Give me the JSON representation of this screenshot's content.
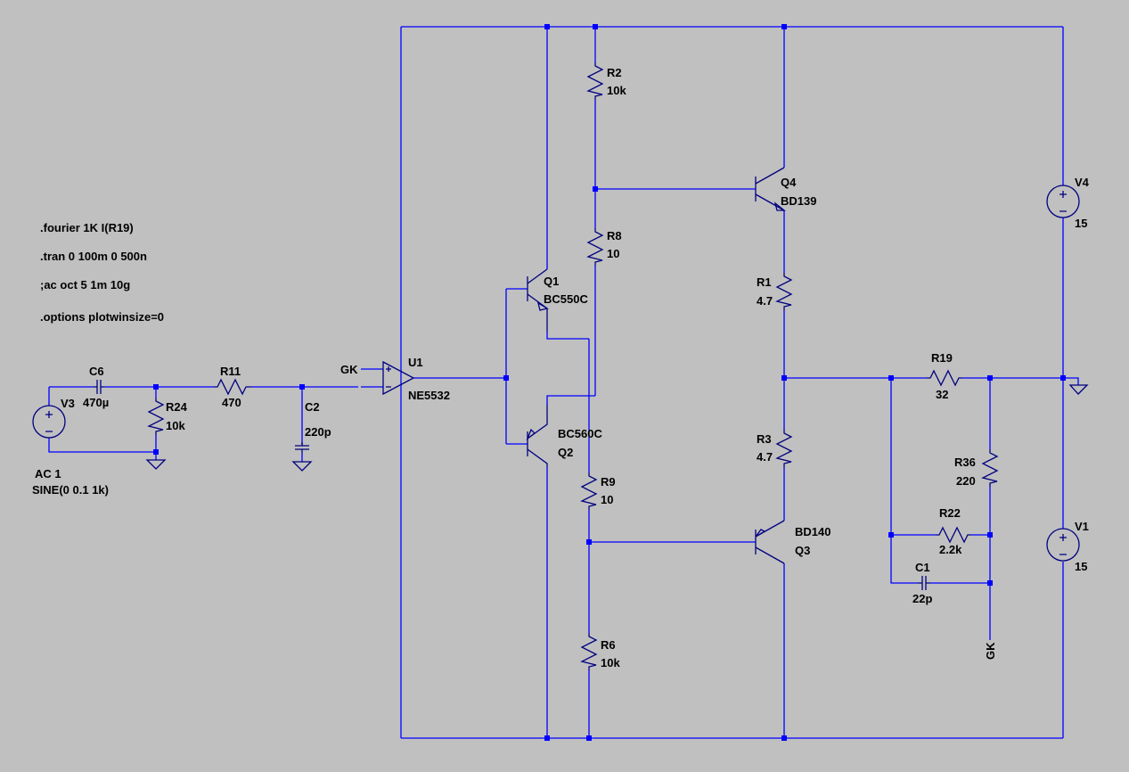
{
  "directives": {
    "fourier": ".fourier 1K I(R19)",
    "tran": ".tran 0 100m 0 500n",
    "ac": ";ac oct 5 1m 10g",
    "options": ".options plotwinsize=0"
  },
  "components": {
    "R2": {
      "name": "R2",
      "value": "10k"
    },
    "R8": {
      "name": "R8",
      "value": "10"
    },
    "R9": {
      "name": "R9",
      "value": "10"
    },
    "R6": {
      "name": "R6",
      "value": "10k"
    },
    "R1": {
      "name": "R1",
      "value": "4.7"
    },
    "R3": {
      "name": "R3",
      "value": "4.7"
    },
    "R19": {
      "name": "R19",
      "value": "32"
    },
    "R36": {
      "name": "R36",
      "value": "220"
    },
    "R22": {
      "name": "R22",
      "value": "2.2k"
    },
    "C1": {
      "name": "C1",
      "value": "22p"
    },
    "R11": {
      "name": "R11",
      "value": "470"
    },
    "R24": {
      "name": "R24",
      "value": "10k"
    },
    "C6": {
      "name": "C6",
      "value": "470µ"
    },
    "C2": {
      "name": "C2",
      "value": "220p"
    },
    "V3": {
      "name": "V3",
      "value_ac": "AC 1",
      "value_sine": "SINE(0 0.1 1k)"
    },
    "V4": {
      "name": "V4",
      "value": "15"
    },
    "V1": {
      "name": "V1",
      "value": "15"
    },
    "Q1": {
      "name": "Q1",
      "model": "BC550C"
    },
    "Q2": {
      "name": "Q2",
      "model": "BC560C"
    },
    "Q3": {
      "name": "Q3",
      "model": "BD140"
    },
    "Q4": {
      "name": "Q4",
      "model": "BD139"
    },
    "U1": {
      "name": "U1",
      "model": "NE5532"
    }
  },
  "net_labels": {
    "gk_input": "GK",
    "gk_feedback": "GK"
  },
  "colors": {
    "background": "#c0c0c0",
    "wire": "#0000ff",
    "component": "#000080",
    "text": "#000000"
  }
}
